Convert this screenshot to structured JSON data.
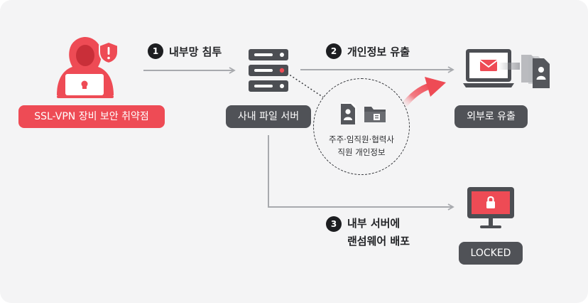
{
  "colors": {
    "accent_red": "#ee4b55",
    "dark_pill": "#505257",
    "arrow_gray": "#a8aaae",
    "background": "#f4f4f5"
  },
  "nodes": {
    "attacker": {
      "icon": "hacker-icon",
      "warning_icon": "warning-shield-icon",
      "label": "SSL-VPN 장비 보안 취약점"
    },
    "file_server": {
      "icon": "server-icon",
      "label": "사내 파일 서버"
    },
    "exfil_target": {
      "icon": "laptop-mail-icon",
      "doc_icon": "document-person-icon",
      "label": "외부로 유출"
    },
    "locked_monitor": {
      "icon": "locked-monitor-icon",
      "label": "LOCKED"
    }
  },
  "steps": [
    {
      "number": "1",
      "label": "내부망 침투"
    },
    {
      "number": "2",
      "label": "개인정보 유출"
    },
    {
      "number": "3",
      "lines": [
        "내부 서버에",
        "랜섬웨어 배포"
      ]
    }
  ],
  "data_bubble": {
    "icons": [
      "document-person-icon",
      "folder-icon"
    ],
    "lines": [
      "주주·임직원·협력사",
      "직원 개인정보"
    ]
  }
}
